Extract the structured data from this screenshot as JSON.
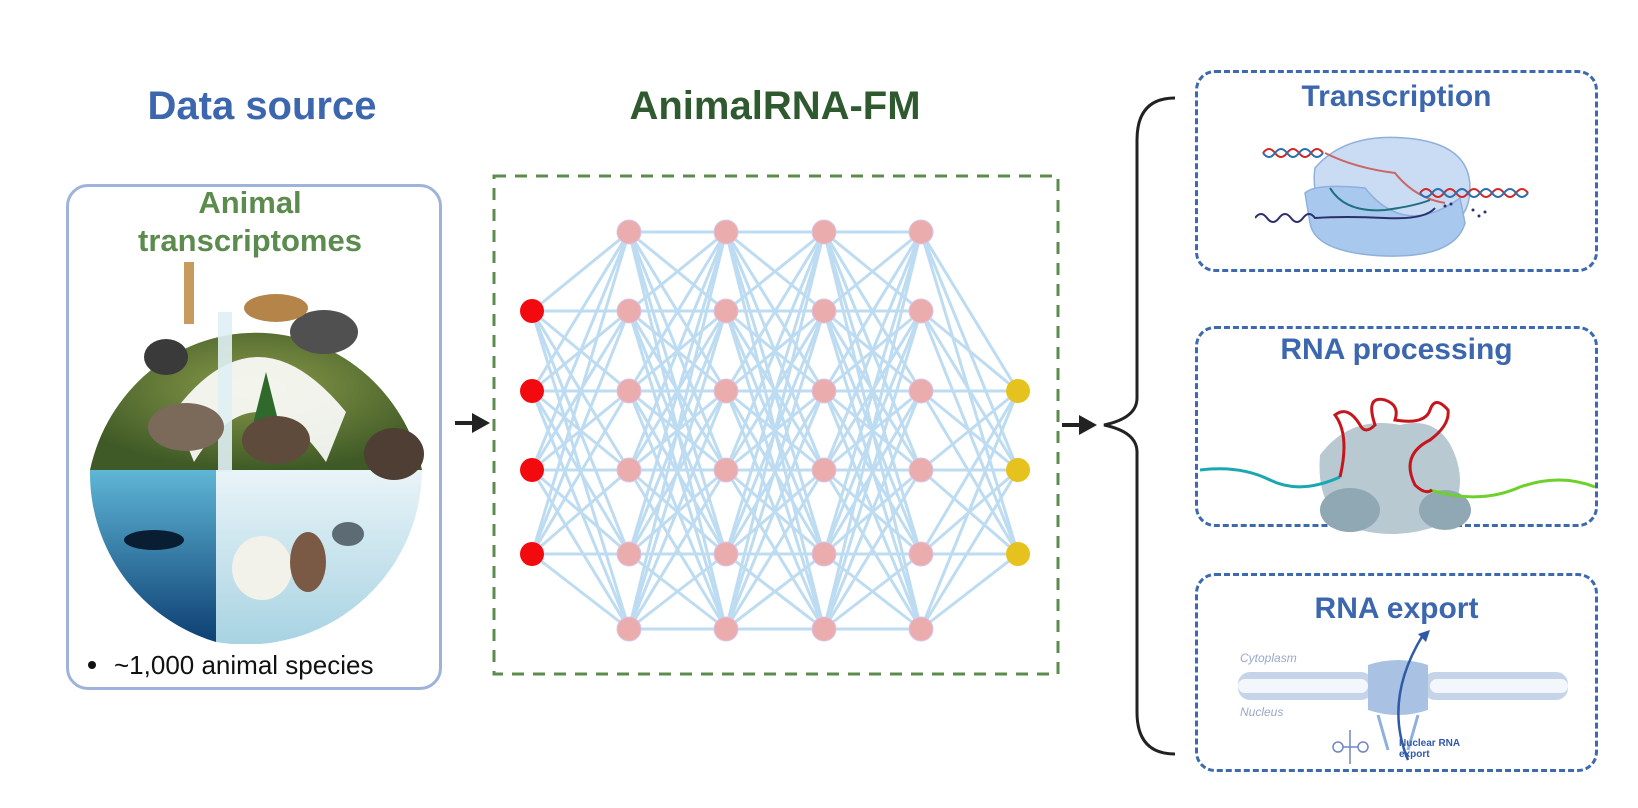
{
  "data_source": {
    "title": "Data source",
    "box_title_line1": "Animal",
    "box_title_line2": "transcriptomes",
    "image": "animal-globe-illustration",
    "bullets": [
      "~1,000 animal species"
    ]
  },
  "model": {
    "title": "AnimalRNA-FM",
    "network": {
      "input_nodes": 4,
      "hidden_layers": 4,
      "hidden_nodes_per_layer": 6,
      "output_nodes": 3,
      "colors": {
        "input": "#f20a0f",
        "hidden": "#ebacae",
        "output": "#e6c21e",
        "edge": "#bddcf2"
      }
    }
  },
  "tasks": [
    {
      "title": "Transcription",
      "image": "rna-polymerase-transcription-illustration"
    },
    {
      "title": "RNA processing",
      "image": "spliceosome-rna-processing-illustration"
    },
    {
      "title": "RNA export",
      "image": "nuclear-pore-rna-export-illustration",
      "labels": {
        "cytoplasm": "Cytoplasm",
        "nucleus": "Nucleus",
        "caption_line1": "Nuclear RNA",
        "caption_line2": "export"
      }
    }
  ],
  "colors": {
    "data_source_title": "#3c67ae",
    "model_title": "#2f5a2f",
    "animal_title": "#5b8c4e",
    "left_box_border": "#9fb3da",
    "model_box_border": "#5b8c4e",
    "task_box_border": "#3d69b0"
  }
}
